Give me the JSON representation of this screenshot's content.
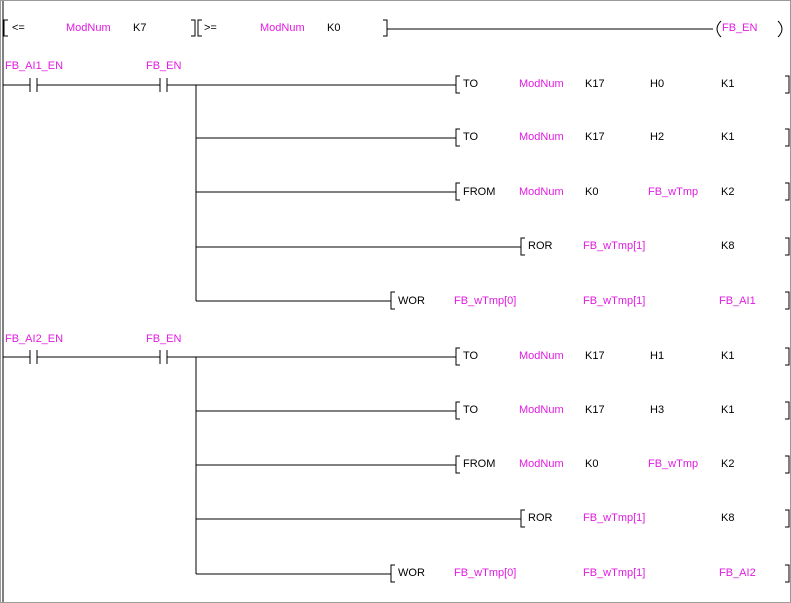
{
  "colors": {
    "variable": "#e21be2",
    "text": "#000000",
    "wire": "#000000",
    "frame": "#9a9a9a"
  },
  "rungs": [
    {
      "compare": [
        {
          "op": "<=",
          "a": "ModNum",
          "b": "K7"
        },
        {
          "op": ">=",
          "a": "ModNum",
          "b": "K0"
        }
      ],
      "coil": "FB_EN"
    },
    {
      "contacts": [
        "FB_AI1_EN",
        "FB_EN"
      ],
      "instructions": [
        {
          "mn": "TO",
          "ops": [
            "ModNum",
            "K17",
            "H0",
            "K1"
          ]
        },
        {
          "mn": "TO",
          "ops": [
            "ModNum",
            "K17",
            "H2",
            "K1"
          ]
        },
        {
          "mn": "FROM",
          "ops": [
            "ModNum",
            "K0",
            "FB_wTmp",
            "K2"
          ]
        },
        {
          "mn": "ROR",
          "ops": [
            "FB_wTmp[1]",
            "K8"
          ]
        },
        {
          "mn": "WOR",
          "ops": [
            "FB_wTmp[0]",
            "FB_wTmp[1]",
            "FB_AI1"
          ]
        }
      ]
    },
    {
      "contacts": [
        "FB_AI2_EN",
        "FB_EN"
      ],
      "instructions": [
        {
          "mn": "TO",
          "ops": [
            "ModNum",
            "K17",
            "H1",
            "K1"
          ]
        },
        {
          "mn": "TO",
          "ops": [
            "ModNum",
            "K17",
            "H3",
            "K1"
          ]
        },
        {
          "mn": "FROM",
          "ops": [
            "ModNum",
            "K0",
            "FB_wTmp",
            "K2"
          ]
        },
        {
          "mn": "ROR",
          "ops": [
            "FB_wTmp[1]",
            "K8"
          ]
        },
        {
          "mn": "WOR",
          "ops": [
            "FB_wTmp[0]",
            "FB_wTmp[1]",
            "FB_AI2"
          ]
        }
      ]
    }
  ]
}
